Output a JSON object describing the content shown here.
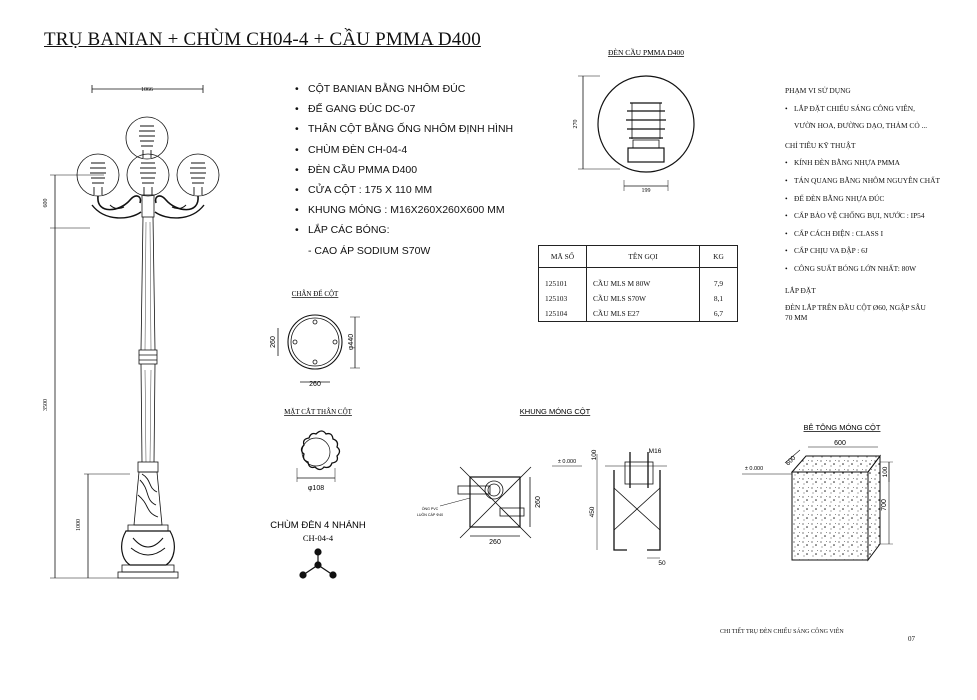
{
  "title": "TRỤ BANIAN + CHÙM CH04-4 + CẦU PMMA D400",
  "specs": [
    {
      "text": "CỘT BANIAN BẰNG NHÔM ĐÚC",
      "bullet": true
    },
    {
      "text": "ĐẾ GANG ĐÚC DC-07",
      "bullet": true
    },
    {
      "text": "THÂN CỘT BẰNG ỐNG NHÔM ĐỊNH HÌNH",
      "bullet": true
    },
    {
      "text": "CHÙM ĐÈN CH-04-4",
      "bullet": true
    },
    {
      "text": "ĐÈN CẦU PMMA D400",
      "bullet": true
    },
    {
      "text": "CỬA CỘT : 175 X 110 MM",
      "bullet": true
    },
    {
      "text": "KHUNG MÓNG : M16X260X260X600 MM",
      "bullet": true
    },
    {
      "text": "LẮP CÁC BÓNG:",
      "bullet": true
    },
    {
      "text": "-  CAO ÁP SODIUM S70W",
      "bullet": false
    }
  ],
  "pole_dims": {
    "top_width": "1066",
    "head_height": "600",
    "shaft_height": "3500",
    "base_height": "1000"
  },
  "globe": {
    "title": "ĐÈN CẦU PMMA D400",
    "height": "270",
    "width": "199"
  },
  "product_table": {
    "headers": [
      "MÃ SỐ",
      "TÊN GỌI",
      "KG"
    ],
    "rows": [
      [
        "125101",
        "CẦU MLS  M 80W",
        "7,9"
      ],
      [
        "125103",
        "CẦU MLS  S70W",
        "8,1"
      ],
      [
        "125104",
        "CẦU MLS  E27",
        "6,7"
      ]
    ]
  },
  "base_detail": {
    "title": "CHÂN ĐẾ CỘT",
    "side": "260",
    "bottom": "260",
    "diameter": "φ440"
  },
  "section": {
    "title": "MẶT CẮT THÂN CỘT",
    "diameter": "φ108"
  },
  "cluster": {
    "title": "CHÙM ĐÈN 4 NHÁNH",
    "code": "CH-04-4"
  },
  "frame": {
    "title": "KHUNG MÓNG CỘT",
    "level": "± 0.000",
    "pvc_note_1": "ỐNG PVC",
    "pvc_note_2": "LUỒN CÁP Φ40",
    "dim_side": "260",
    "dim_bottom": "260",
    "dim_top": "100",
    "bolt": "M16",
    "dim_height": "450",
    "dim_foot": "50"
  },
  "concrete": {
    "title": "BÊ TÔNG MÓNG CỘT",
    "level": "± 0.000",
    "width": "600",
    "depth": "600",
    "top": "100",
    "height": "700"
  },
  "scope": {
    "title": "PHẠM VI SỬ DỤNG",
    "line1": "LẮP ĐẶT CHIẾU SÁNG CÔNG VIÊN,",
    "line2": "VƯỜN HOA, ĐƯỜNG DẠO, THẢM CỎ ..."
  },
  "tech": {
    "title": "CHỈ TIÊU KỸ THUẬT",
    "items": [
      "KÍNH ĐÈN BẰNG NHỰA PMMA",
      "TÁN QUANG BẰNG NHÔM NGUYÊN CHẤT",
      "ĐẾ ĐÈN BẰNG NHỰA ĐÚC",
      "CẤP BẢO VỆ CHỐNG BỤI, NƯỚC : IP54",
      "CẤP CÁCH ĐIỆN : CLASS I",
      "CẤP CHỊU VA ĐẬP :  6J",
      "CÔNG SUẤT BÓNG LỚN NHẤT: 80W"
    ]
  },
  "install": {
    "title": "LẮP ĐẶT",
    "line1": "ĐÈN LẮP TRÊN ĐẦU CỘT  Ø60, NGẬP SÂU",
    "line2": "70 MM"
  },
  "footer": {
    "caption": "CHI TIẾT TRỤ ĐÈN CHIẾU SÁNG CÔNG VIÊN",
    "page": "07"
  }
}
